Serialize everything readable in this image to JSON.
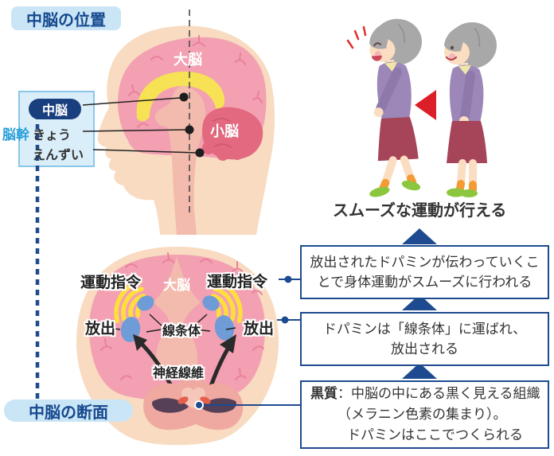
{
  "colors": {
    "navy": "#1E4B8F",
    "badge_bg": "#C9E5F6",
    "badge_text": "#17498F",
    "brain_pink": "#F3A0B2",
    "skin": "#F8DBC1",
    "corpus_yellow": "#F6E254",
    "cerebellum_pink": "#E2697F",
    "striatum_blue": "#6F9CD6",
    "signal_yellow": "#FFDF3C",
    "substantia_nigra_purple": "#564058",
    "red_arrow": "#DC1E28"
  },
  "badges": {
    "top": "中脳の位置",
    "bottom": "中脳の断面"
  },
  "head_diagram": {
    "cerebrum": "大脳",
    "cerebellum": "小脳",
    "brainstem": "脳幹",
    "midbrain": "中脳",
    "pons": "きょう",
    "medulla": "えんずい"
  },
  "cross_section": {
    "motor_command_left": "運動指令",
    "motor_command_right": "運動指令",
    "cerebrum": "大脳",
    "release_left": "放出",
    "release_right": "放出",
    "striatum": "線条体",
    "nerve_fibers": "神経線維"
  },
  "caption": "スムーズな運動が行える",
  "info_boxes": [
    {
      "line1": "放出されたドパミンが伝わっていくこ",
      "line2": "とで身体運動がスムーズに行われる"
    },
    {
      "line1": "ドパミンは「線条体」に運ばれ、",
      "line2": "放出される"
    },
    {
      "term": "黒質",
      "line1": "：中脳の中にある黒く見える組織",
      "line2": "（メラニン色素の集まり）。",
      "line3": "ドパミンはここでつくられる"
    }
  ]
}
